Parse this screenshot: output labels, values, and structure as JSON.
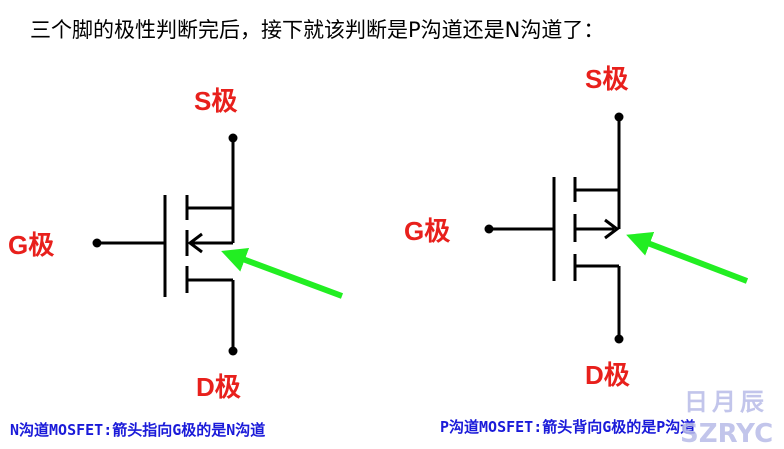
{
  "heading": "三个脚的极性判断完后，接下就该判断是P沟道还是N沟道了：",
  "n_channel": {
    "source_label": "S极",
    "gate_label": "G极",
    "drain_label": "D极",
    "caption": "N沟道MOSFET:箭头指向G极的是N沟道"
  },
  "p_channel": {
    "source_label": "S极",
    "gate_label": "G极",
    "drain_label": "D极",
    "caption": "P沟道MOSFET:箭头背向G极的是P沟道"
  },
  "watermark": {
    "cn": "日月辰",
    "en": "SZRYC"
  },
  "colors": {
    "label": "#e8201c",
    "caption": "#1a1ad9",
    "wire": "#000000",
    "pointer_arrow": "#22ee22",
    "watermark": "#b8bce8"
  }
}
